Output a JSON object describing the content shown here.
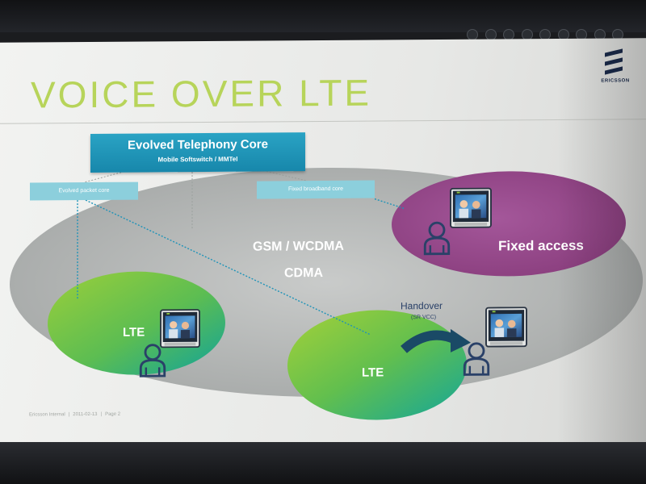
{
  "slide": {
    "title": "VOICE OVER LTE",
    "logo_text": "ERICSSON"
  },
  "diagram": {
    "core": {
      "title": "Evolved Telephony Core",
      "subtitle": "Mobile Softswitch / MMTel"
    },
    "evolved_packet_core": "Evolved packet core",
    "fixed_broadband_core": "Fixed broadband core",
    "wide_area": {
      "line1": "GSM / WCDMA",
      "line2": "CDMA"
    },
    "fixed_access": "Fixed access",
    "lte_left": "LTE",
    "lte_right": "LTE",
    "handover": "Handover",
    "handover_sub": "(SR VCC)"
  },
  "footer": {
    "classification": "Ericsson Internal",
    "date": "2011-02-13",
    "page": "Page 2"
  },
  "colors": {
    "title_green": "#b7d45a",
    "core_blue": "#1f95bb",
    "light_blue": "#8ccfdc",
    "fixed_purple": "#9a4d8d",
    "lte_green": "#8cc63f",
    "lte_teal": "#17a99a",
    "user_navy": "#2a4168"
  },
  "icons": [
    "ericsson-logo",
    "user-icon",
    "video-phone-icon",
    "handover-arrow"
  ]
}
